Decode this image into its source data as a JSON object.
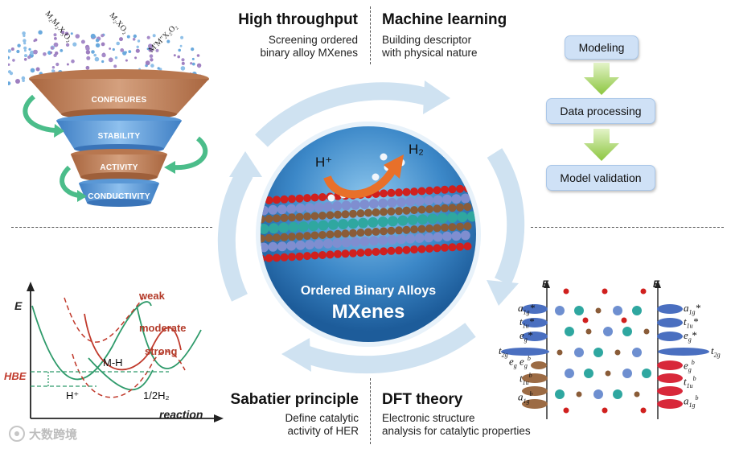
{
  "quadrants": {
    "top_left": {
      "formulas": [
        "M₂M₂X₃O₂",
        "M₂XO₂",
        "M′M″X₂O₂"
      ],
      "funnel": [
        "CONFIGURES",
        "STABILITY",
        "ACTIVITY",
        "CONDUCTIVITY"
      ]
    },
    "high_throughput": {
      "title": "High throughput",
      "subtitle": "Screening ordered\nbinary alloy MXenes"
    },
    "machine_learning": {
      "title": "Machine learning",
      "subtitle": "Building descriptor\nwith physical nature",
      "flow": [
        "Modeling",
        "Data processing",
        "Model validation"
      ]
    },
    "sabatier": {
      "title": "Sabatier principle",
      "subtitle": "Define catalytic\nactivity of HER",
      "plot": {
        "y_axis": "E",
        "x_axis": "reaction",
        "labels": [
          "weak",
          "moderate",
          "strong",
          "M-H",
          "HBE",
          "H⁺",
          "1/2H₂"
        ]
      }
    },
    "dft": {
      "title": "DFT theory",
      "subtitle": "Electronic structure\nanalysis for catalytic properties",
      "axis": "E"
    }
  },
  "center": {
    "title": "Ordered Binary Alloys",
    "subtitle": "MXenes",
    "h_plus": "H⁺",
    "h2": "H₂"
  },
  "watermark": "大数跨境",
  "colors": {
    "arrow_blue": "#c5dcee",
    "funnel_brown": "#c88a65",
    "funnel_blue": "#5b9bd8",
    "box_fill": "#cfe1f6",
    "green_arrow": "#9ed14b",
    "curve_red": "#c0392b",
    "curve_green": "#2e9a6a",
    "orbital_blue": "#4a6fc0",
    "orbital_red": "#d8283a",
    "orbital_brown": "#9c6b44"
  }
}
